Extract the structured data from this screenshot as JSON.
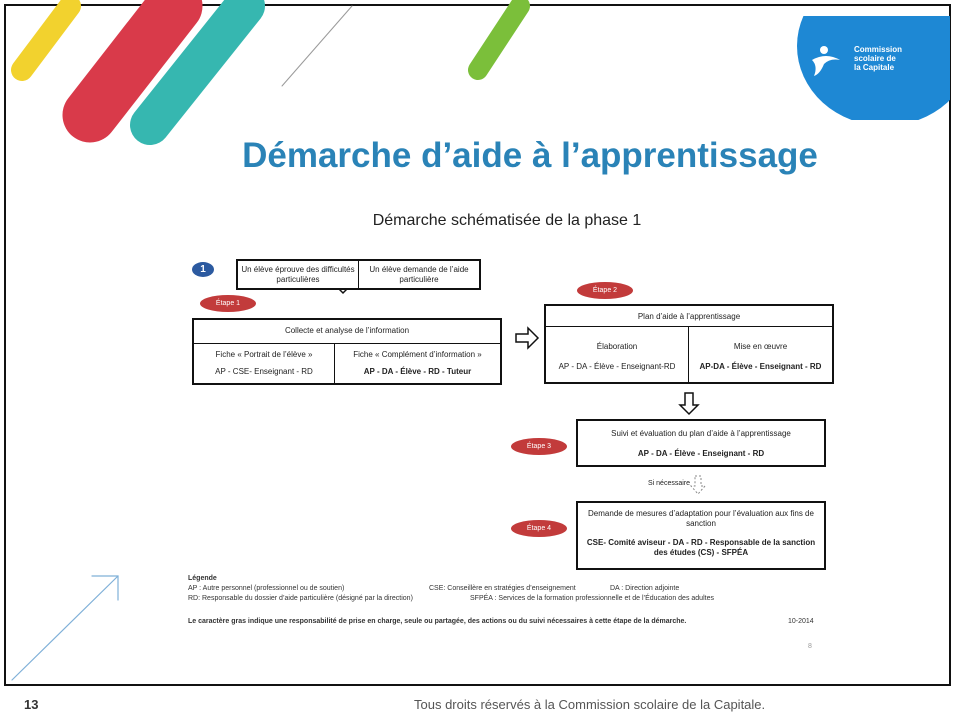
{
  "slide": {
    "title": "Démarche d’aide à l’apprentissage",
    "number": "13",
    "footer": "Tous droits réservés à la Commission scolaire de la Capitale."
  },
  "logo": {
    "lines": [
      "Commission",
      "scolaire de",
      "la Capitale"
    ],
    "icon": "person-leaping-icon"
  },
  "colors": {
    "title": "#2a83b7",
    "etape": "#c23b3b",
    "deco_red": "#d93a4a",
    "deco_yellow": "#f2d22e",
    "deco_teal": "#36b7b0",
    "deco_green": "#7bbf3a",
    "logo_blue": "#1e88d4"
  },
  "diagram": {
    "title": "Démarche schématisée de la phase 1",
    "phase_number": "1",
    "start": {
      "left": "Un élève éprouve des difficultés particulières",
      "right": "Un élève demande de l’aide particulière"
    },
    "etape1": {
      "label": "Étape 1",
      "header": "Collecte et analyse de l’information",
      "col1_title": "Fiche « Portrait de l’élève »",
      "col1_roles": "AP - CSE- Enseignant - RD",
      "col2_title": "Fiche « Complément d’information »",
      "col2_roles": "AP - DA - Élève - RD - Tuteur"
    },
    "etape2": {
      "label": "Étape 2",
      "header": "Plan d’aide à l’apprentissage",
      "col1_title": "Élaboration",
      "col1_roles": "AP - DA - Élève - Enseignant-RD",
      "col2_title": "Mise en œuvre",
      "col2_roles": "AP-DA - Élève - Enseignant - RD"
    },
    "etape3": {
      "label": "Étape 3",
      "header": "Suivi et évaluation du plan d’aide à l’apprentissage",
      "roles": "AP - DA - Élève - Enseignant - RD"
    },
    "si_necessaire": "Si nécessaire",
    "etape4": {
      "label": "Étape 4",
      "header": "Demande de mesures d’adaptation pour l’évaluation aux fins de sanction",
      "roles": "CSE- Comité aviseur - DA - RD - Responsable de la sanction des études (CS) - SFPÉA"
    },
    "legend": {
      "title": "Légende",
      "ap": "AP : Autre personnel (professionnel ou de soutien)",
      "cse": "CSE: Conseillère en stratégies d’enseignement",
      "da": "DA : Direction adjointe",
      "rd": "RD: Responsable du dossier d’aide particulière (désigné par la direction)",
      "sfpea": "SFPÉA : Services de la formation professionnelle et de l’Éducation des adultes"
    },
    "note": "Le caractère gras indique une responsabilité de prise en charge, seule ou partagée, des actions ou du suivi nécessaires à cette étape de la démarche.",
    "date": "10-2014",
    "page": "8"
  }
}
